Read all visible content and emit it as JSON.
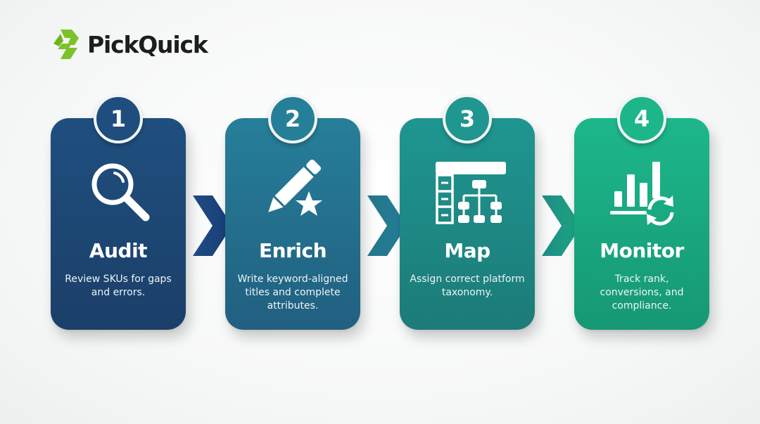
{
  "brand": {
    "name": "PickQuick",
    "icon": "lightning-bolt-logo-icon",
    "accent_color": "#7cc22a"
  },
  "steps": [
    {
      "number": "1",
      "title": "Audit",
      "description": "Review SKUs for gaps and errors.",
      "icon": "magnifying-glass-icon",
      "color": "#1f4e7e"
    },
    {
      "number": "2",
      "title": "Enrich",
      "description": "Write keyword-aligned titles and complete attributes.",
      "icon": "pencil-star-icon",
      "color": "#267f99"
    },
    {
      "number": "3",
      "title": "Map",
      "description": "Assign correct platform taxonomy.",
      "icon": "taxonomy-hierarchy-icon",
      "color": "#1f968f"
    },
    {
      "number": "4",
      "title": "Monitor",
      "description": "Track rank, conversions, and compliance.",
      "icon": "bar-chart-refresh-icon",
      "color": "#1db68a"
    }
  ],
  "connectors": [
    {
      "icon": "chevron-right-icon",
      "color": "#1d4a85"
    },
    {
      "icon": "chevron-right-icon",
      "color": "#237a93"
    },
    {
      "icon": "chevron-right-icon",
      "color": "#1c9483"
    }
  ]
}
